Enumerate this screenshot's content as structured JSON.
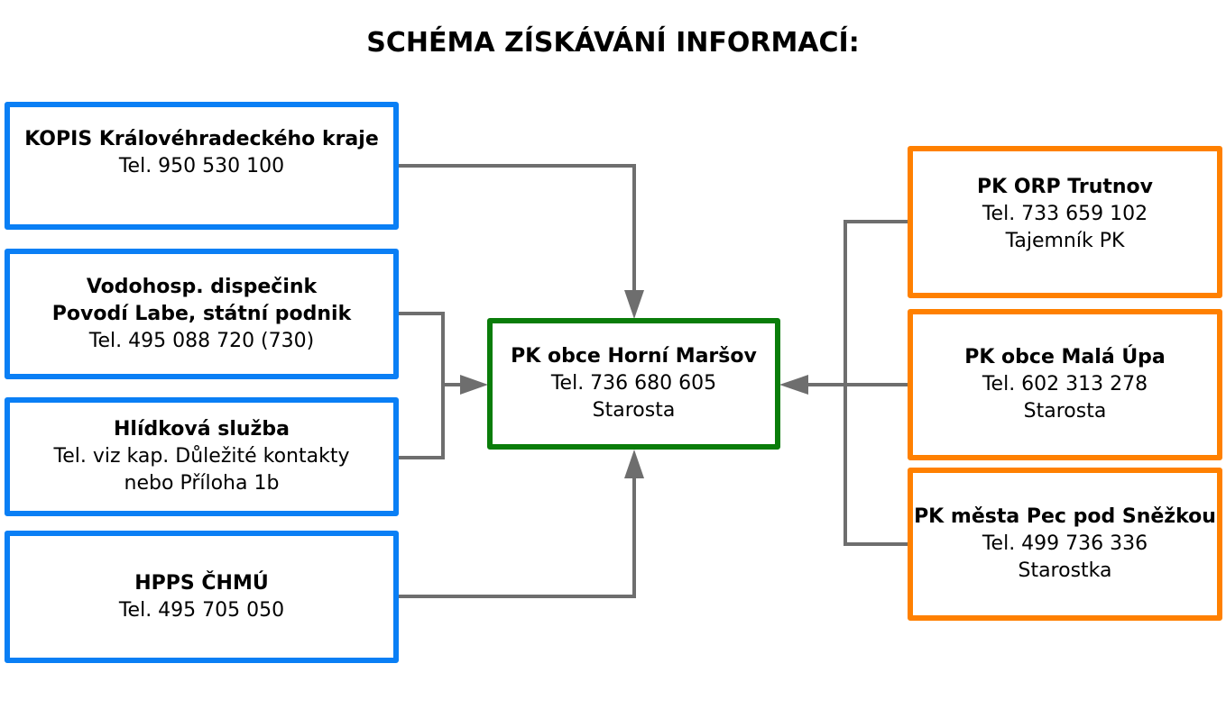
{
  "title": "SCHÉMA ZÍSKÁVÁNÍ INFORMACÍ:",
  "colors": {
    "source_border": "#0a7ff5",
    "center_border": "#0a7d0a",
    "peer_border": "#ff8000",
    "connector": "#6e6e6e"
  },
  "sources": [
    {
      "name": "KOPIS Královéhradeckého kraje",
      "lines": [
        "Tel. 950 530 100"
      ]
    },
    {
      "name": "Vodohosp. dispečink",
      "name2": "Povodí Labe, státní podnik",
      "lines": [
        "Tel. 495 088 720 (730)"
      ]
    },
    {
      "name": "Hlídková služba",
      "lines": [
        "Tel. viz kap. Důležité kontakty",
        "nebo Příloha 1b"
      ]
    },
    {
      "name": "HPPS ČHMÚ",
      "lines": [
        "Tel. 495 705 050"
      ]
    }
  ],
  "center": {
    "name": "PK obce Horní Maršov",
    "lines": [
      "Tel. 736 680 605",
      "Starosta"
    ]
  },
  "peers": [
    {
      "name": "PK ORP Trutnov",
      "lines": [
        "Tel. 733 659 102",
        "Tajemník PK"
      ]
    },
    {
      "name": "PK obce Malá Úpa",
      "lines": [
        "Tel. 602 313 278",
        "Starosta"
      ]
    },
    {
      "name": "PK města Pec pod Sněžkou",
      "lines": [
        "Tel. 499 736 336",
        "Starostka"
      ]
    }
  ],
  "edges": [
    {
      "from": "KOPIS Královéhradeckého kraje",
      "to": "PK obce Horní Maršov"
    },
    {
      "from": "Vodohosp. dispečink Povodí Labe, státní podnik",
      "to": "PK obce Horní Maršov"
    },
    {
      "from": "Hlídková služba",
      "to": "PK obce Horní Maršov"
    },
    {
      "from": "HPPS ČHMÚ",
      "to": "PK obce Horní Maršov"
    },
    {
      "from": "PK ORP Trutnov",
      "to": "PK obce Horní Maršov"
    },
    {
      "from": "PK obce Malá Úpa",
      "to": "PK obce Horní Maršov"
    },
    {
      "from": "PK města Pec pod Sněžkou",
      "to": "PK obce Horní Maršov"
    }
  ]
}
